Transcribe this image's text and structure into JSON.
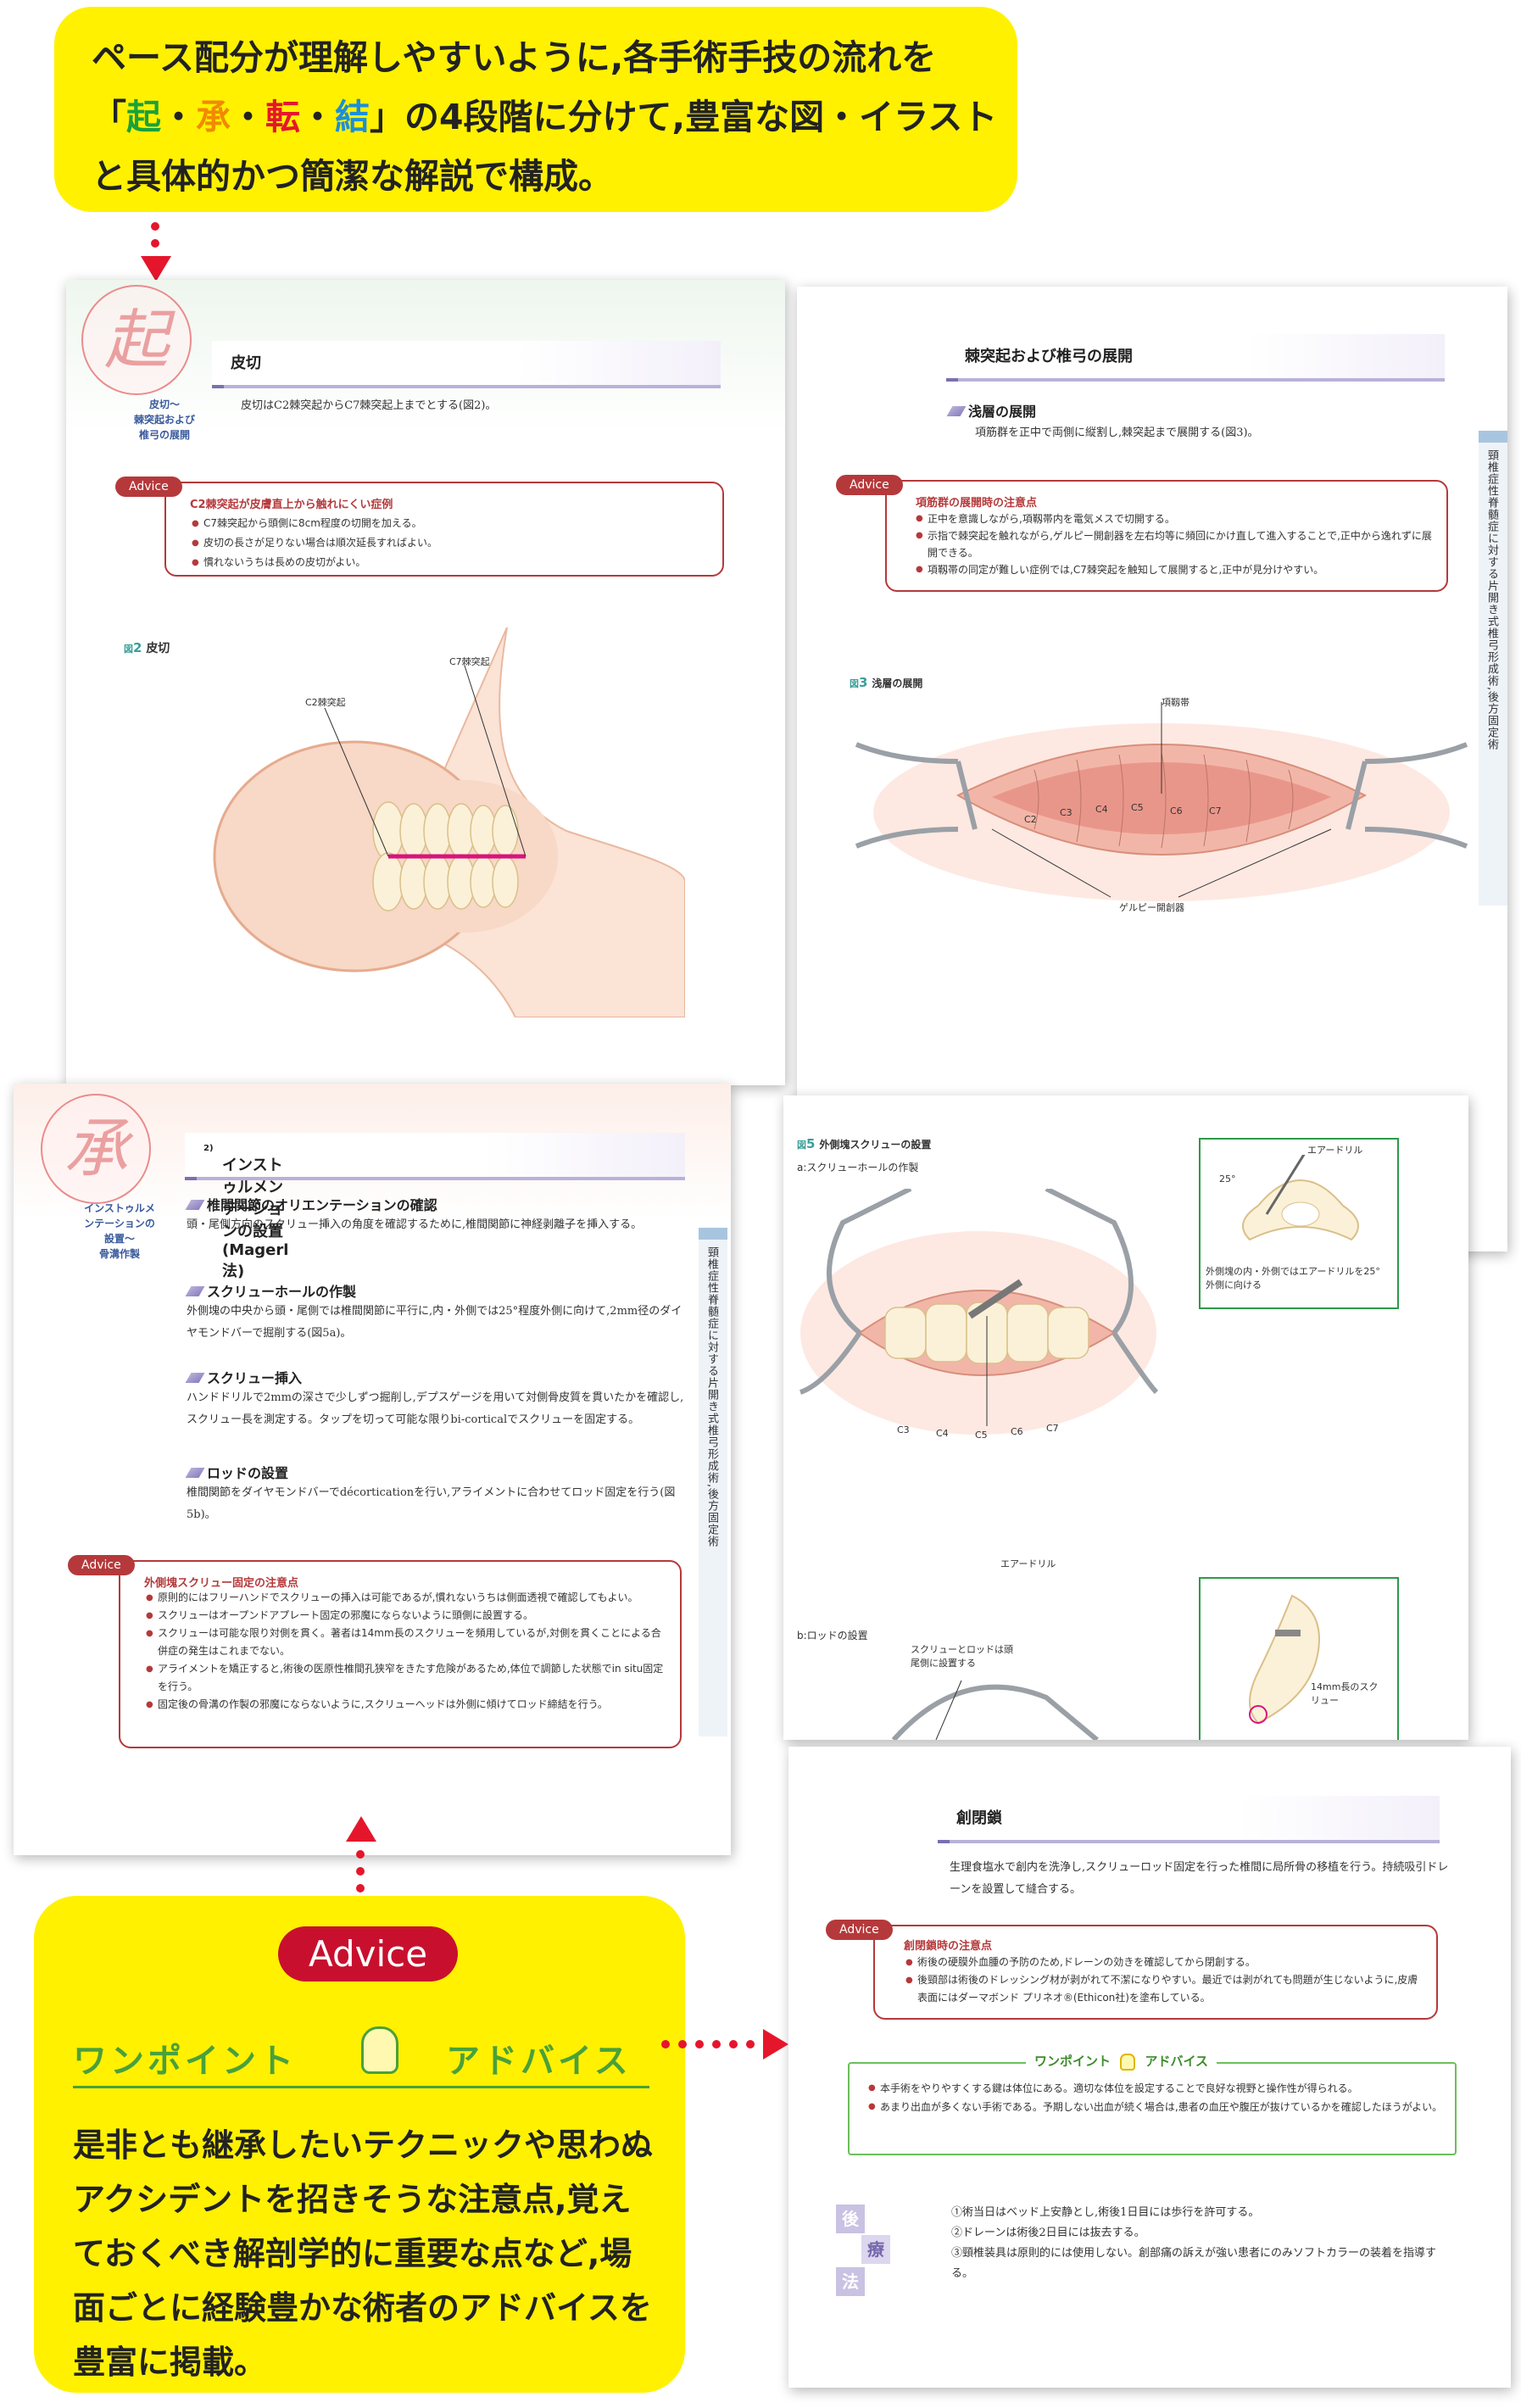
{
  "top_callout": {
    "line1": "ペース配分が理解しやすいように,各手術手技の流れを",
    "line2_open": "「",
    "k1": "起",
    "k2": "承",
    "k3": "転",
    "k4": "結",
    "sep": "・",
    "line2_close": "」の4段階に分けて,豊富な図・イラスト",
    "line3": "と具体的かつ簡潔な解説で構成。",
    "k_colors": [
      "#1aa23a",
      "#f08a00",
      "#e5162c",
      "#1d8fd6"
    ]
  },
  "page1": {
    "kanji": "起",
    "section_label": "皮切〜\n棘突起および\n椎弓の展開",
    "heading": "皮切",
    "body": "皮切はC2棘突起からC7棘突起上までとする(図2)。",
    "advice_tag": "Advice",
    "advice_title": "C2棘突起が皮膚直上から触れにくい症例",
    "advice_items": [
      "C7棘突起から頭側に8cm程度の切開を加える。",
      "皮切の長さが足りない場合は順次延長すればよい。",
      "慣れないうちは長めの皮切がよい。"
    ],
    "fig_prefix": "図",
    "fig_num": "2",
    "fig_title": "皮切",
    "label_c2": "C2棘突起",
    "label_c7": "C7棘突起"
  },
  "page2": {
    "heading": "棘突起および椎弓の展開",
    "sub": "浅層の展開",
    "body": "項筋群を正中で両側に縦割し,棘突起まで展開する(図3)。",
    "advice_tag": "Advice",
    "advice_title": "項筋群の展開時の注意点",
    "advice_items": [
      "正中を意識しながら,項靱帯内を電気メスで切開する。",
      "示指で棘突起を触れながら,ゲルピー開創器を左右均等に頻回にかけ直して進入することで,正中から逸れずに展開できる。",
      "項靱帯の同定が難しい症例では,C7棘突起を触知して展開すると,正中が見分けやすい。"
    ],
    "tab_text": "頸椎症性脊髄症に対する片開き式椎弓形成術,後方固定術",
    "fig_prefix": "図",
    "fig_num": "3",
    "fig_title": "浅層の展開",
    "label_ligament": "項靱帯",
    "label_retractor": "ゲルピー開創器",
    "vertebrae": [
      "C2",
      "C3",
      "C4",
      "C5",
      "C6",
      "C7"
    ]
  },
  "page3": {
    "kanji": "承",
    "section_label": "インストゥルメ\nンテーションの\n設置〜\n骨溝作製",
    "heading": "インストゥルメンテーションの設置(Magerl法)",
    "heading_sup": "2)",
    "subs": [
      {
        "title": "椎間関節のオリエンテーションの確認",
        "body": "頭・尾側方向のスクリュー挿入の角度を確認するために,椎間関節に神経剥離子を挿入する。"
      },
      {
        "title": "スクリューホールの作製",
        "body": "外側塊の中央から頭・尾側では椎間関節に平行に,内・外側では25°程度外側に向けて,2mm径のダイヤモンドバーで掘削する(図5a)。"
      },
      {
        "title": "スクリュー挿入",
        "body": "ハンドドリルで2mmの深さで少しずつ掘削し,デプスゲージを用いて対側骨皮質を貫いたかを確認し,スクリュー長を測定する。タップを切って可能な限りbi-corticalでスクリューを固定する。"
      },
      {
        "title": "ロッドの設置",
        "body": "椎間関節をダイヤモンドバーでdécorticationを行い,アライメントに合わせてロッド固定を行う(図5b)。"
      }
    ],
    "advice_tag": "Advice",
    "advice_title": "外側塊スクリュー固定の注意点",
    "advice_items": [
      "原則的にはフリーハンドでスクリューの挿入は可能であるが,慣れないうちは側面透視で確認してもよい。",
      "スクリューはオープンドアプレート固定の邪魔にならないように頭側に設置する。",
      "スクリューは可能な限り対側を貫く。著者は14mm長のスクリューを頻用しているが,対側を貫くことによる合併症の発生はこれまでない。",
      "アライメントを矯正すると,術後の医原性椎間孔狭窄をきたす危険があるため,体位で調節した状態でin situ固定を行う。",
      "固定後の骨溝の作製の邪魔にならないように,スクリューヘッドは外側に傾けてロッド締結を行う。"
    ],
    "tab_text": "頸椎症性脊髄症に対する片開き式椎弓形成術,後方固定術"
  },
  "page4": {
    "fig_prefix": "図",
    "fig_num": "5",
    "fig_title": "外側塊スクリューの設置",
    "sub_a": "a:スクリューホールの作製",
    "sub_b": "b:ロッドの設置",
    "label_air_drill": "エアードリル",
    "label_angle": "25°",
    "inset_a_caption": "外側塊の内・外側ではエアードリルを25°外側に向ける",
    "label_screw_rod": "スクリューとロッドは頭尾側に設置する",
    "label_screw_len": "14mm長のスクリュー",
    "vertebrae": [
      "C3",
      "C4",
      "C5",
      "C6",
      "C7"
    ]
  },
  "page5": {
    "heading": "創閉鎖",
    "body": "生理食塩水で創内を洗浄し,スクリューロッド固定を行った椎間に局所骨の移植を行う。持続吸引ドレーンを設置して縫合する。",
    "advice_tag": "Advice",
    "advice_title": "創閉鎖時の注意点",
    "advice_items": [
      "術後の硬膜外血腫の予防のため,ドレーンの効きを確認してから閉創する。",
      "後頸部は術後のドレッシング材が剥がれて不潔になりやすい。最近では剥がれても問題が生じないように,皮膚表面にはダーマボンド プリネオ®(Ethicon社)を塗布している。"
    ],
    "onepoint_title": "ワンポイント",
    "onepoint_title2": "アドバイス",
    "onepoint_items": [
      "本手術をやりやすくする鍵は体位にある。適切な体位を設定することで良好な視野と操作性が得られる。",
      "あまり出血が多くない手術である。予期しない出血が続く場合は,患者の血圧や腹圧が抜けているかを確認したほうがよい。"
    ],
    "postop_chars": [
      "後",
      "療",
      "法"
    ],
    "postop_items": [
      "①術当日はベッド上安静とし,術後1日目には歩行を許可する。",
      "②ドレーンは術後2日目には抜去する。",
      "③頸椎装具は原則的には使用しない。創部痛の訴えが強い患者にのみソフトカラーの装着を指導する。"
    ]
  },
  "bottom_callout": {
    "advice_badge": "Advice",
    "onepoint_left": "ワンポイント",
    "onepoint_right": "アドバイス",
    "text": "是非とも継承したいテクニックや思わぬアクシデントを招きそうな注意点,覚えておくべき解剖学的に重要な点など,場面ごとに経験豊かな術者のアドバイスを豊富に掲載。"
  },
  "colors": {
    "yellow": "#fff100",
    "advice_red": "#b5393b",
    "arrow_red": "#e5162c",
    "header_violet": "#b9b1d8",
    "figure_teal": "#3a9f9a",
    "tab_blue": "#a8c5e0"
  },
  "icons": [
    "lightbulb-icon",
    "arrow-down-icon",
    "arrow-up-icon",
    "arrow-right-icon"
  ]
}
